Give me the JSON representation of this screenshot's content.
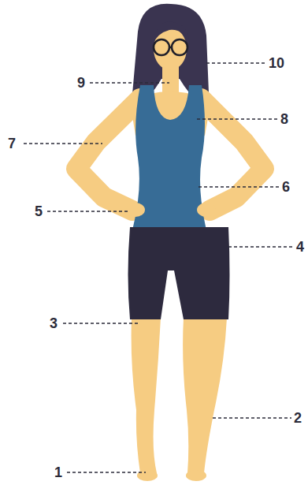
{
  "diagram": {
    "labels": [
      "10",
      "9",
      "8",
      "7",
      "6",
      "5",
      "4",
      "3",
      "2",
      "1"
    ]
  }
}
